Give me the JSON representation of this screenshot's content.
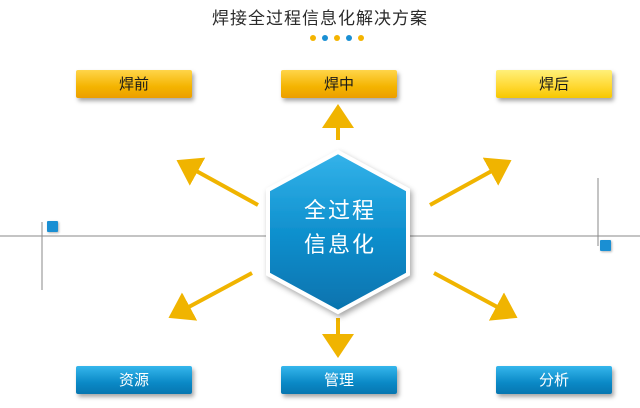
{
  "title": "焊接全过程信息化解决方案",
  "center": {
    "line1": "全过程",
    "line2": "信息化"
  },
  "top_items": {
    "left": "焊前",
    "middle": "焊中",
    "right": "焊后"
  },
  "bottom_items": {
    "left": "资源",
    "middle": "管理",
    "right": "分析"
  },
  "colors": {
    "accent_yellow": "#f4b400",
    "accent_blue": "#0a89c6",
    "arrow": "#f0b400"
  }
}
